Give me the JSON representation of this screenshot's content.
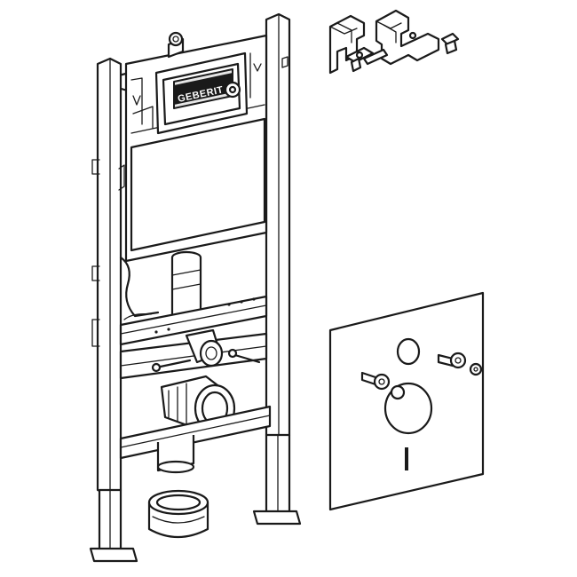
{
  "figure": {
    "parts": [
      "installation-frame",
      "wall-mounting-brackets",
      "sound-insulation-mat",
      "pipe-connector-sleeve"
    ]
  },
  "cistern": {
    "brand_text": "GEBERIT"
  },
  "colors": {
    "line": "#1a1a1a",
    "fill_light": "#e6e6e6",
    "background": "#ffffff"
  }
}
